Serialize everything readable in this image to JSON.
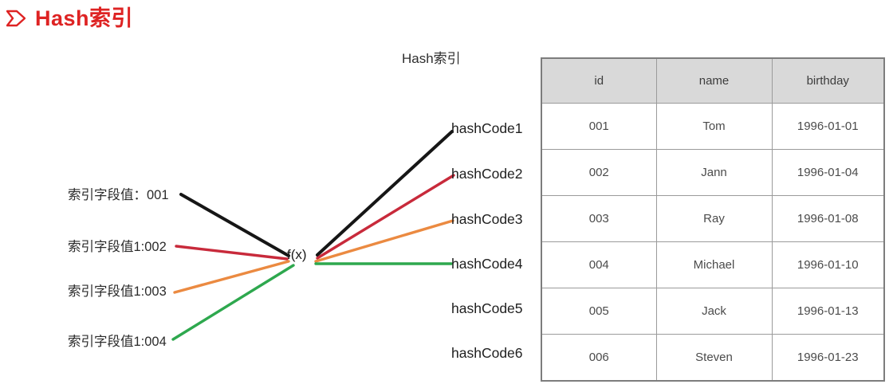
{
  "page": {
    "title": "Hash索引"
  },
  "icons": {
    "title_bullet": "arrow-right"
  },
  "diagram": {
    "subtitle": "Hash索引",
    "fx_label": "f(x)",
    "left_labels": [
      "索引字段值：001",
      "索引字段值1:002",
      "索引字段值1:003",
      "索引字段值1:004"
    ],
    "hash_codes": [
      "hashCode1",
      "hashCode2",
      "hashCode3",
      "hashCode4",
      "hashCode5",
      "hashCode6"
    ],
    "line_colors": {
      "black": "#161616",
      "red": "#c82a3b",
      "orange": "#eb8a41",
      "green": "#2ea84e"
    }
  },
  "table": {
    "headers": [
      "id",
      "name",
      "birthday"
    ],
    "rows": [
      [
        "001",
        "Tom",
        "1996-01-01"
      ],
      [
        "002",
        "Jann",
        "1996-01-04"
      ],
      [
        "003",
        "Ray",
        "1996-01-08"
      ],
      [
        "004",
        "Michael",
        "1996-01-10"
      ],
      [
        "005",
        "Jack",
        "1996-01-13"
      ],
      [
        "006",
        "Steven",
        "1996-01-23"
      ]
    ]
  },
  "colors": {
    "title_red": "#de2323",
    "table_header_bg": "#d9d9d9"
  }
}
